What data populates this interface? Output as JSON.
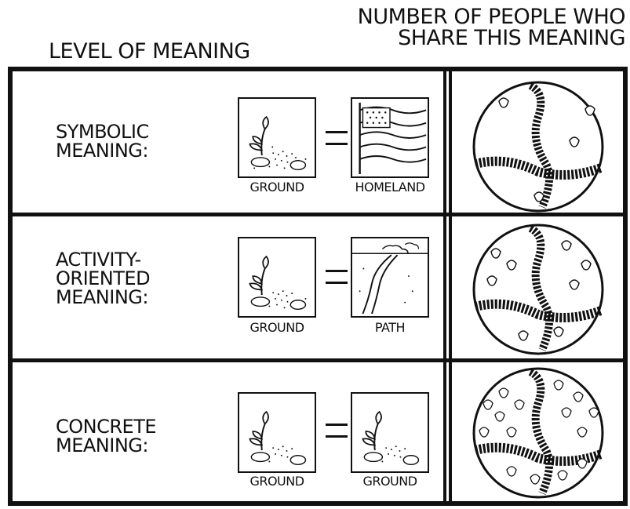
{
  "header": {
    "left": "LEVEL OF MEANING",
    "right_line1": "NUMBER OF PEOPLE WHO",
    "right_line2": "SHARE THIS MEANING"
  },
  "rows": [
    {
      "label_line1": "SYMBOLIC",
      "label_line2": "MEANING:",
      "label_line3": "",
      "left_caption": "GROUND",
      "right_caption": "HOMELAND",
      "right_icon": "flag-picture",
      "globe_level": "few"
    },
    {
      "label_line1": "ACTIVITY-",
      "label_line2": "ORIENTED",
      "label_line3": "MEANING:",
      "left_caption": "GROUND",
      "right_caption": "PATH",
      "right_icon": "path-picture",
      "globe_level": "more"
    },
    {
      "label_line1": "CONCRETE",
      "label_line2": "MEANING:",
      "label_line3": "",
      "left_caption": "GROUND",
      "right_caption": "GROUND",
      "right_icon": "plant-picture",
      "globe_level": "most"
    }
  ]
}
